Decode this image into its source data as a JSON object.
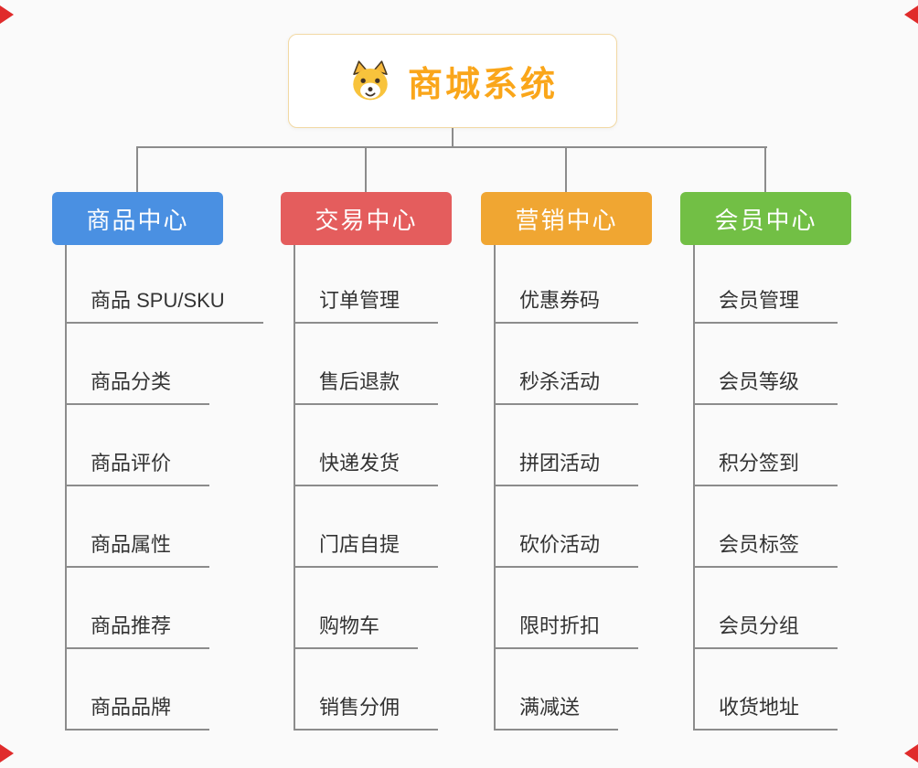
{
  "root": {
    "label": "商城系统",
    "icon": "dog-face-icon"
  },
  "colors": {
    "background": "#fafafa",
    "root_text": "#faa61a",
    "root_border": "#f2d9a4",
    "line": "#8c8c8c",
    "child_text": "#333333",
    "corner_marker": "#e02b2b",
    "branch_blue": "#4a90e2",
    "branch_red": "#e45d5d",
    "branch_orange": "#f0a632",
    "branch_green": "#72bf45"
  },
  "branches": [
    {
      "label": "商品中心",
      "color": "#4a90e2",
      "children": [
        "商品 SPU/SKU",
        "商品分类",
        "商品评价",
        "商品属性",
        "商品推荐",
        "商品品牌"
      ]
    },
    {
      "label": "交易中心",
      "color": "#e45d5d",
      "children": [
        "订单管理",
        "售后退款",
        "快递发货",
        "门店自提",
        "购物车",
        "销售分佣"
      ]
    },
    {
      "label": "营销中心",
      "color": "#f0a632",
      "children": [
        "优惠券码",
        "秒杀活动",
        "拼团活动",
        "砍价活动",
        "限时折扣",
        "满减送"
      ]
    },
    {
      "label": "会员中心",
      "color": "#72bf45",
      "children": [
        "会员管理",
        "会员等级",
        "积分签到",
        "会员标签",
        "会员分组",
        "收货地址"
      ]
    }
  ]
}
